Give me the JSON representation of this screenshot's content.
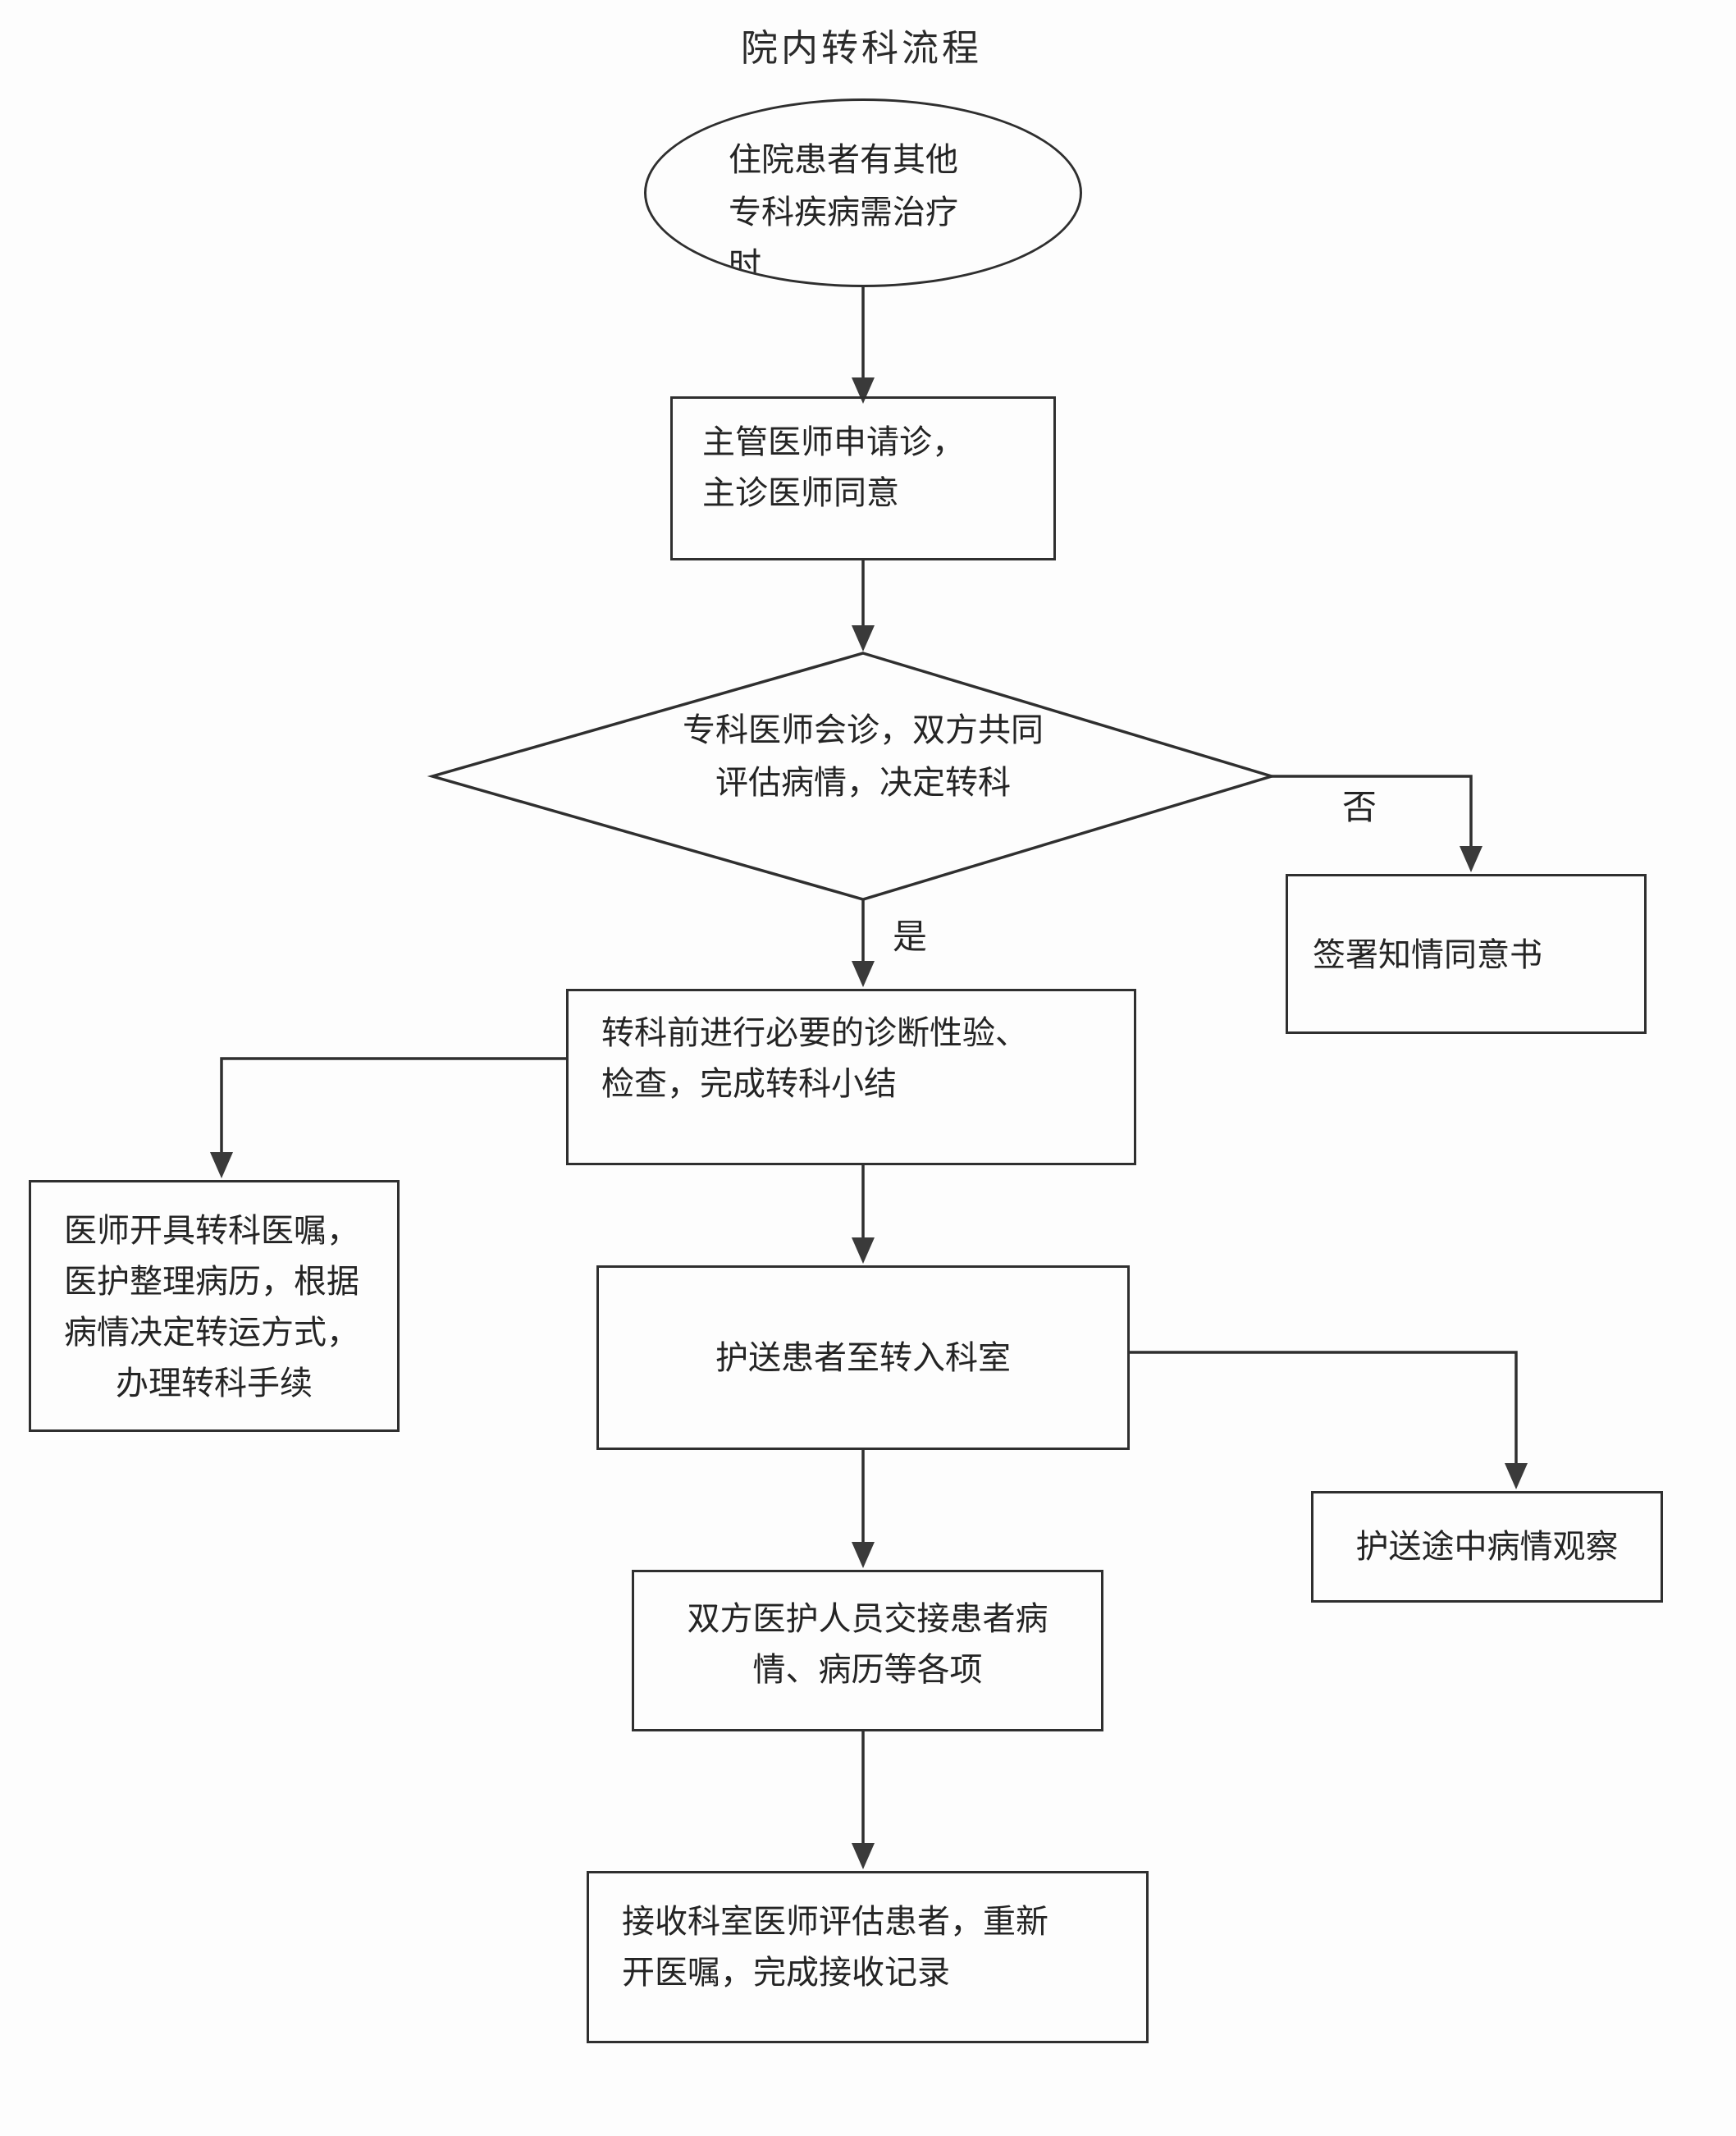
{
  "title": "院内转科流程",
  "labels": {
    "yes": "是",
    "no": "否"
  },
  "colors": {
    "stroke": "#2f2f2f",
    "arrow_fill": "#3a3a3a",
    "text": "#242424",
    "background": "#fdfdfd"
  },
  "nodes": {
    "start": {
      "shape": "ellipse",
      "text": "住院患者有其他\n专科疾病需治疗\n时"
    },
    "apply": {
      "shape": "rect",
      "text": "主管医师申请诊，\n主诊医师同意"
    },
    "decision": {
      "shape": "diamond",
      "text": "专科医师会诊，双方共同\n评估病情，决定转科"
    },
    "consent": {
      "shape": "rect",
      "text": "签署知情同意书"
    },
    "prepare": {
      "shape": "rect",
      "text": "转科前进行必要的诊断性验、\n检查，完成转科小结"
    },
    "orders": {
      "shape": "rect",
      "text": "医师开具转科医嘱，\n医护整理病历，根据\n病情决定转运方式，",
      "text2": "办理转科手续"
    },
    "escort": {
      "shape": "rect",
      "text": "护送患者至转入科室"
    },
    "observe": {
      "shape": "rect",
      "text": "护送途中病情观察"
    },
    "handover": {
      "shape": "rect",
      "text": "双方医护人员交接患者病\n情、病历等各项"
    },
    "receive": {
      "shape": "rect",
      "text": "接收科室医师评估患者，重新\n开医嘱，完成接收记录"
    }
  }
}
